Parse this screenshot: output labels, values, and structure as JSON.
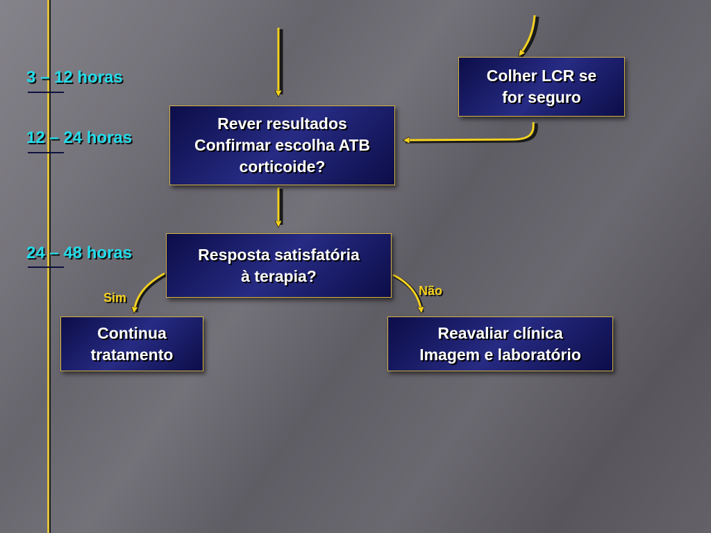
{
  "timeline": {
    "labels": [
      "3 – 12 horas",
      "12 – 24 horas",
      "24 – 48 horas"
    ]
  },
  "boxes": {
    "colher_lcr": [
      "Colher LCR se",
      "for seguro"
    ],
    "rever_resultados": [
      "Rever resultados",
      "Confirmar escolha ATB",
      "corticoide?"
    ],
    "resposta": [
      "Resposta satisfatória",
      "à terapia?"
    ],
    "continua": [
      "Continua",
      "tratamento"
    ],
    "reavaliar": [
      "Reavaliar clínica",
      "Imagem e laboratório"
    ]
  },
  "branches": {
    "yes": "Sim",
    "no": "Não"
  },
  "colors": {
    "box_border": "#d7b542",
    "box_fill": "#1b1d6a",
    "arrow": "#f4d21e",
    "time_label": "#23dce9",
    "branch_label": "#f4d21e"
  }
}
